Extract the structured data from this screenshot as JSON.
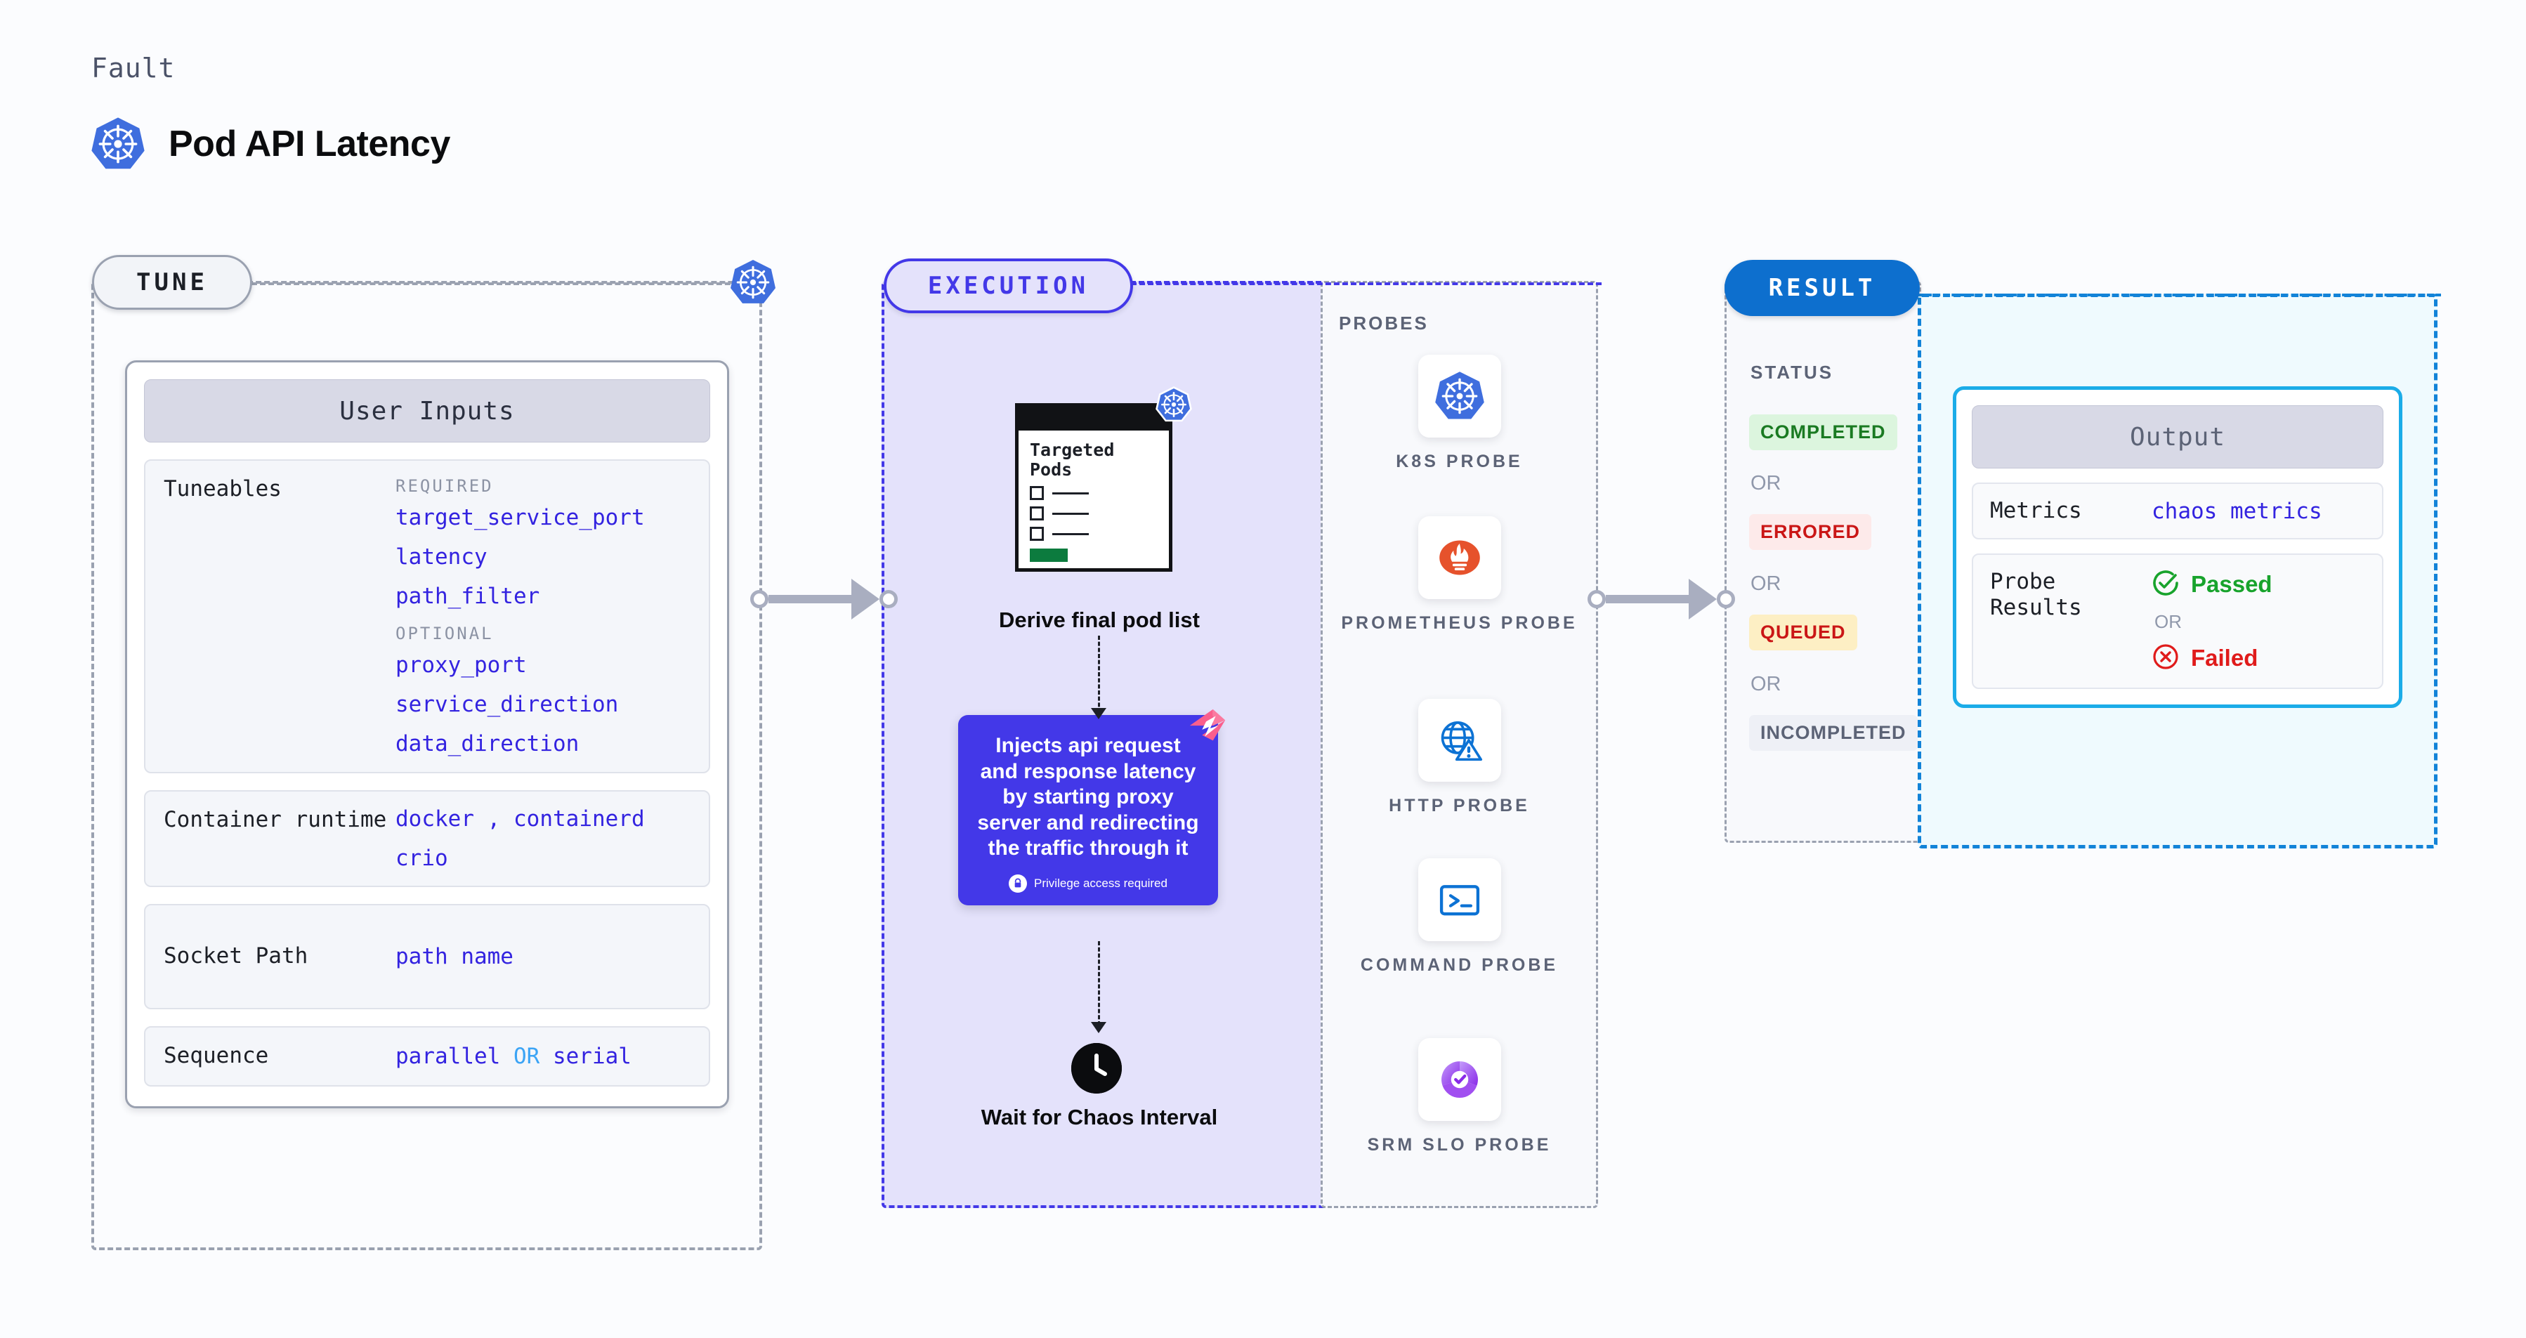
{
  "header": {
    "kicker": "Fault",
    "title": "Pod API Latency",
    "logo_icon": "kubernetes-icon"
  },
  "stages": {
    "tune": {
      "pill_label": "TUNE"
    },
    "execution": {
      "pill_label": "EXECUTION"
    },
    "result": {
      "pill_label": "RESULT"
    }
  },
  "tune": {
    "card_title": "User Inputs",
    "rows": [
      {
        "label": "Tuneables",
        "groups": [
          {
            "heading": "REQUIRED",
            "values": [
              "target_service_port",
              "latency",
              "path_filter"
            ]
          },
          {
            "heading": "OPTIONAL",
            "values": [
              "proxy_port",
              "service_direction",
              "data_direction"
            ]
          }
        ]
      },
      {
        "label": "Container runtime",
        "values_line1": "docker",
        "separator": ",",
        "values_line1b": "containerd",
        "values_line2": "crio"
      },
      {
        "label": "Socket Path",
        "value": "path name"
      },
      {
        "label": "Sequence",
        "value_a": "parallel",
        "or": "OR",
        "value_b": "serial"
      }
    ]
  },
  "execution": {
    "targeted_pods": {
      "heading": "Targeted Pods",
      "badge_icon": "kubernetes-icon",
      "checkbox_count": 3
    },
    "derive_label": "Derive final pod list",
    "inject": {
      "text": "Injects api request and response latency by starting proxy server and redirecting the traffic through it",
      "privilege_note": "Privilege access required",
      "privilege_icon": "lock-icon",
      "corner_icon": "harness-chaos-icon",
      "color": "#4338e8"
    },
    "wait": {
      "icon": "clock-icon",
      "label": "Wait for Chaos Interval"
    }
  },
  "probes": {
    "title": "PROBES",
    "items": [
      {
        "name": "K8S PROBE",
        "icon": "kubernetes-icon"
      },
      {
        "name": "PROMETHEUS PROBE",
        "icon": "prometheus-icon"
      },
      {
        "name": "HTTP PROBE",
        "icon": "globe-warning-icon"
      },
      {
        "name": "COMMAND PROBE",
        "icon": "terminal-icon"
      },
      {
        "name": "SRM SLO PROBE",
        "icon": "srm-slo-icon"
      }
    ]
  },
  "result": {
    "status_title": "STATUS",
    "or_label": "OR",
    "badges": [
      {
        "label": "COMPLETED",
        "bg": "#dcf5de",
        "fg": "#1a7a22"
      },
      {
        "label": "ERRORED",
        "bg": "#fdeaea",
        "fg": "#ca1616"
      },
      {
        "label": "QUEUED",
        "bg": "#fdefc4",
        "fg": "#ca1616"
      },
      {
        "label": "INCOMPLETED",
        "bg": "#eef0f6",
        "fg": "#5c6376"
      }
    ]
  },
  "output": {
    "card_title": "Output",
    "metrics_label": "Metrics",
    "metrics_value": "chaos metrics",
    "probe_results_label": "Probe Results",
    "passed_label": "Passed",
    "failed_label": "Failed",
    "or_label": "OR",
    "passed_icon": "check-circle-icon",
    "failed_icon": "x-circle-icon"
  },
  "colors": {
    "accent_purple": "#4338e8",
    "accent_blue": "#0d6fce",
    "cyan_border": "#1bace8",
    "code_blue": "#3323e0",
    "muted": "#9aa1b0"
  }
}
